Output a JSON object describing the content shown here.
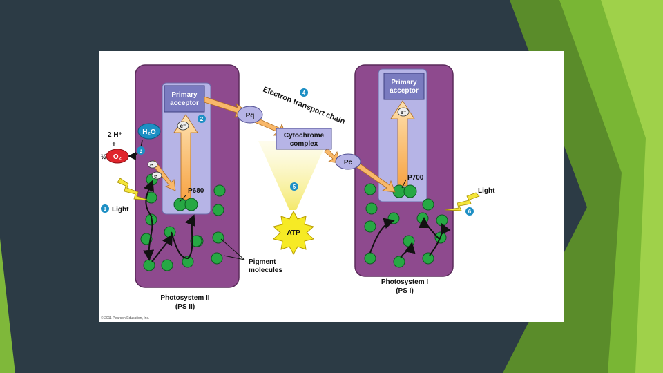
{
  "colors": {
    "background": "#2c3b45",
    "accent_green": "#8dc63f",
    "photosystem": "#8e4a8e",
    "inner_panel": "#b6b4e6",
    "chlorophyll": "#27a844",
    "step_badge": "#1d8fc4",
    "arrow": "#f8b86a"
  },
  "diagram": {
    "ps2": {
      "primary_acceptor_line1": "Primary",
      "primary_acceptor_line2": "acceptor",
      "reaction_center": "P680",
      "name": "Photosystem II",
      "abbr": "(PS II)"
    },
    "ps1": {
      "primary_acceptor_line1": "Primary",
      "primary_acceptor_line2": "acceptor",
      "reaction_center": "P700",
      "name": "Photosystem I",
      "abbr": "(PS I)"
    },
    "water": {
      "hydrogen": "2 H⁺",
      "plus": "+",
      "half": "½",
      "h2o": "H₂O",
      "o2": "O₂"
    },
    "electron": "e⁻",
    "etc_label": "Electron transport chain",
    "pq": "Pq",
    "cytochrome_line1": "Cytochrome",
    "cytochrome_line2": "complex",
    "pc": "Pc",
    "atp": "ATP",
    "light_left": "Light",
    "light_right": "Light",
    "pigment_line1": "Pigment",
    "pigment_line2": "molecules",
    "steps": [
      "1",
      "2",
      "3",
      "4",
      "5",
      "6"
    ],
    "copyright": "© 2011 Pearson Education, Inc."
  }
}
